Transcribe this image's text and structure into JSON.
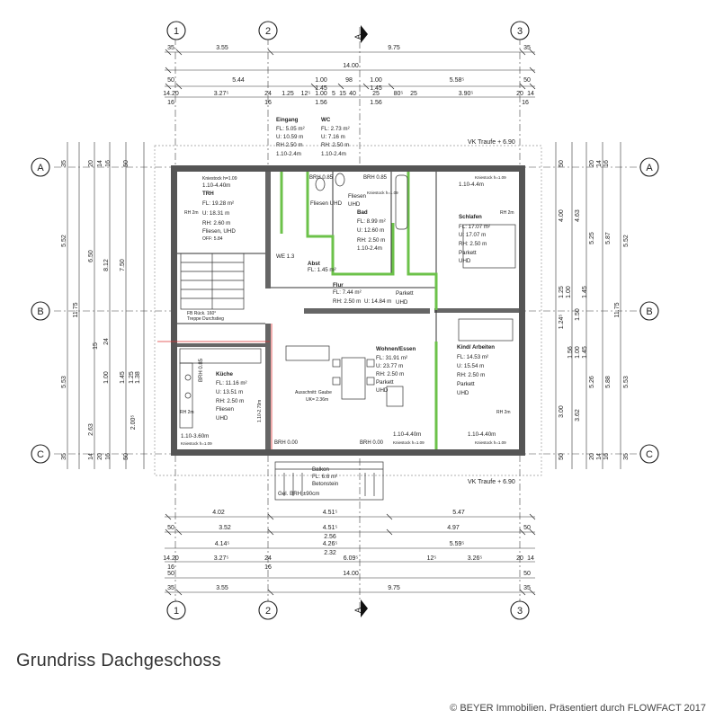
{
  "caption": "Grundriss Dachgeschoss",
  "copyright": "© BEYER Immobilien. Präsentiert durch FLOWFACT 2017",
  "axes": {
    "columns": [
      "1",
      "2",
      "3"
    ],
    "rows": [
      "A",
      "B",
      "C"
    ],
    "section_mark": "A"
  },
  "dimensions": {
    "top_row1": [
      "35",
      "3.55",
      "9.75",
      "35"
    ],
    "top_total": "14.00",
    "top_row3": [
      "50",
      "5.44",
      "1.00",
      "98",
      "1.00",
      "5.58⁵",
      "50"
    ],
    "top_row3b": [
      "1.45",
      "1.45"
    ],
    "top_row4": [
      "14.20",
      "3.27⁵",
      "24",
      "1.25",
      "12⁵",
      "1.00",
      "5",
      "15",
      "40",
      "25",
      "80⁵",
      "25",
      "3.90⁵",
      "20",
      "14"
    ],
    "top_row4b": [
      "16",
      "16",
      "1.56",
      "1.56",
      "16"
    ],
    "bottom_row1": [
      "4.02",
      "4.51⁵",
      "5.47"
    ],
    "bottom_row2": [
      "50",
      "3.52",
      "4.51⁵",
      "4.97",
      "50"
    ],
    "bottom_row2b": "2.56",
    "bottom_row3": [
      "4.14⁵",
      "4.26⁵",
      "5.59⁵"
    ],
    "bottom_row3b": "2.32",
    "bottom_row4": [
      "14.20",
      "3.27⁵",
      "24",
      "6.09⁵",
      "12⁵",
      "3.26⁵",
      "20",
      "14"
    ],
    "bottom_row4b": [
      "16",
      "16"
    ],
    "bottom_row5": [
      "50",
      "14.00",
      "50"
    ],
    "bottom_row6": [
      "35",
      "3.55",
      "9.75",
      "35"
    ],
    "left_cols": [
      "5.52",
      "6.50",
      "8.12",
      "7.50",
      "11.75",
      "5.53",
      "2.63",
      "1.00",
      "1.45",
      "1.25",
      "1.38",
      "2.00⁵",
      "15",
      "24"
    ],
    "left_small": [
      "35",
      "20",
      "14",
      "16",
      "50",
      "50",
      "14",
      "20",
      "16",
      "35"
    ],
    "right_cols": [
      "4.00",
      "4.63",
      "5.25",
      "5.87",
      "5.52",
      "11.75",
      "1.25",
      "1.00",
      "1.45",
      "1.50",
      "1.24⁵",
      "1.56",
      "1.00",
      "1.45",
      "3.00",
      "3.62",
      "5.26",
      "5.88",
      "5.53"
    ],
    "right_small": [
      "50",
      "20",
      "14",
      "16",
      "16",
      "14",
      "20",
      "35",
      "50"
    ]
  },
  "rooms": {
    "eingang": {
      "name": "Eingang",
      "fl": "FL: 5.05 m²",
      "u": "U: 10.59 m",
      "rh": "RH 2.50 m",
      "h": "1.10-2.4m"
    },
    "wc": {
      "name": "WC",
      "fl": "FL: 2.73 m²",
      "u": "U: 7.16 m",
      "rh": "RH: 2.50 m",
      "h": "1.10-2.4m"
    },
    "trh": {
      "name": "TRH",
      "h": "1.10-4.40m",
      "fl": "FL: 19.28 m²",
      "u": "U: 18.31 m",
      "rh": "RH: 2.60 m",
      "floor": "Fliesen, UHD",
      "rh2": "RH 2m",
      "note": "Kniestock h=1.09"
    },
    "bad": {
      "name": "Bad",
      "fl": "FL: 8.99 m²",
      "u": "U: 12.60 m",
      "rh": "RH: 2.50 m",
      "h": "1.10-2.4m",
      "floor": "Fliesen",
      "uhd": "UHD",
      "note": "Kniestock h=1.09"
    },
    "schlafen": {
      "name": "Schlafen",
      "h": "1.10-4.4m",
      "fl": "FL: 17.07 m²",
      "u": "U: 17.07 m",
      "rh": "RH: 2.50 m",
      "floor": "Parkett",
      "uhd": "UHD",
      "note": "Kniestock h=1.09",
      "rh2": "RH 2m"
    },
    "abst": {
      "name": "Abst",
      "fl": "FL: 1.45 m²"
    },
    "flur": {
      "name": "Flur",
      "fl": "FL: 7.44 m²",
      "rh": "RH: 2.50 m",
      "u": "U: 14.84 m",
      "floor": "Parkett",
      "uhd": "UHD"
    },
    "wohnen": {
      "name": "Wohnen/Essen",
      "fl": "FL: 31.91 m²",
      "u": "U: 23.77 m",
      "rh": "RH: 2.50 m",
      "floor": "Parkett",
      "uhd": "UHD",
      "h": "1.10-4.40m",
      "note": "Kniestock h=1.09"
    },
    "kind": {
      "name": "Kind/ Arbeiten",
      "fl": "FL: 14.53 m²",
      "u": "U: 15.54 m",
      "rh": "RH: 2.50 m",
      "floor": "Parkett",
      "uhd": "UHD",
      "h": "1.10-4.40m",
      "note": "Kniestock h=1.09",
      "rh2": "RH 2m"
    },
    "kueche": {
      "name": "Küche",
      "fl": "FL: 11.16 m²",
      "u": "U: 13.51 m",
      "rh": "RH: 2.50 m",
      "floor": "Fliesen",
      "uhd": "UHD",
      "h": "1.10-3.60m",
      "note": "Kniestock h=1.09",
      "rh2": "RH 2m"
    },
    "balkon": {
      "name": "Balkon",
      "fl": "FL: 6.6 m²",
      "floor": "Betonstein",
      "rh": "Gel. BRH ±90cm"
    }
  },
  "labels": {
    "we": "WE 1.3",
    "vk_top": "VK Traufe + 6.90",
    "vk_bottom": "VK Traufe + 6.90",
    "brh_085_a": "BRH 0.85",
    "brh_085_b": "BRH 0.85",
    "brh_085_c": "BRH 0.85",
    "brh_000_a": "BRH 0.00",
    "brh_000_b": "BRH 0.00",
    "ausschnitt": "Ausschnitt: Gaube",
    "uk": "UK= 2.36m",
    "h279": "1.10-2.79m",
    "gel": "Gel. BRH ±90cm",
    "brh_trh": "OFF: 5.84",
    "fliesen_uhd": "Fliesen UHD",
    "stair_note1": "FB Rück. 160°",
    "stair_note2": "Treppe Durchstieg"
  }
}
